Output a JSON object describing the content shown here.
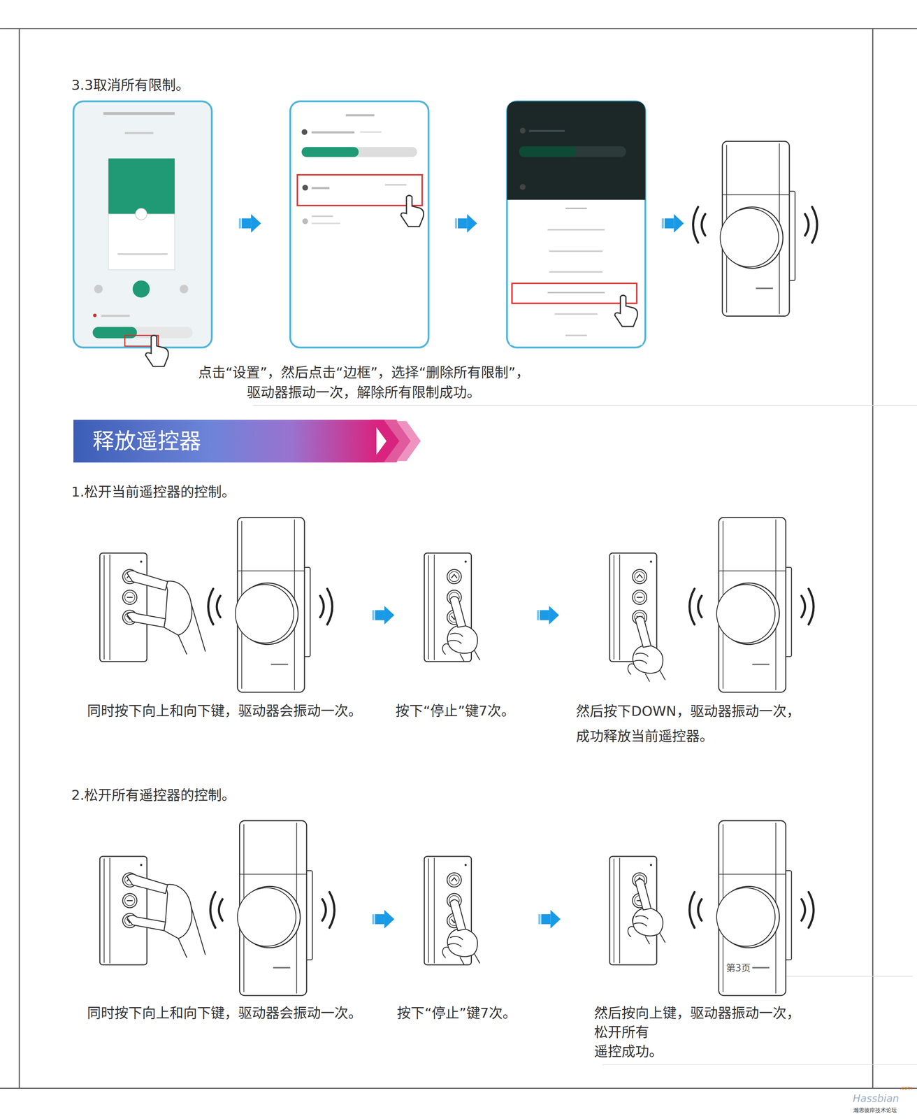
{
  "diagram": {
    "nodes": [
      {
        "text": [
          "释放遥控器"
        ]
      }
    ],
    "labels": [
      "3.3取消所有限制。",
      "点击“设置”，然后点击“边框”，选择“删除所有限制”， 驱动器振动一次，解除所有限制成功。",
      "1.松开当前遥控器的控制。",
      "同时按下向上和向下键，驱动器会振动一次。",
      "按下“停止”键7次。",
      "然后按下DOWN，驱动器振动一次， 成功释放当前遥控器。",
      "2.松开所有遥控器的控制。",
      "同时按下向上和向下键，驱动器会振动一次。",
      "按下“停止”键7次。",
      "然后按向上键，驱动器振动一次， 松开所有 遥控成功。",
      "第3页",
      "Hassbian",
      ".com",
      "瀚思彼岸技术论坛"
    ]
  }
}
